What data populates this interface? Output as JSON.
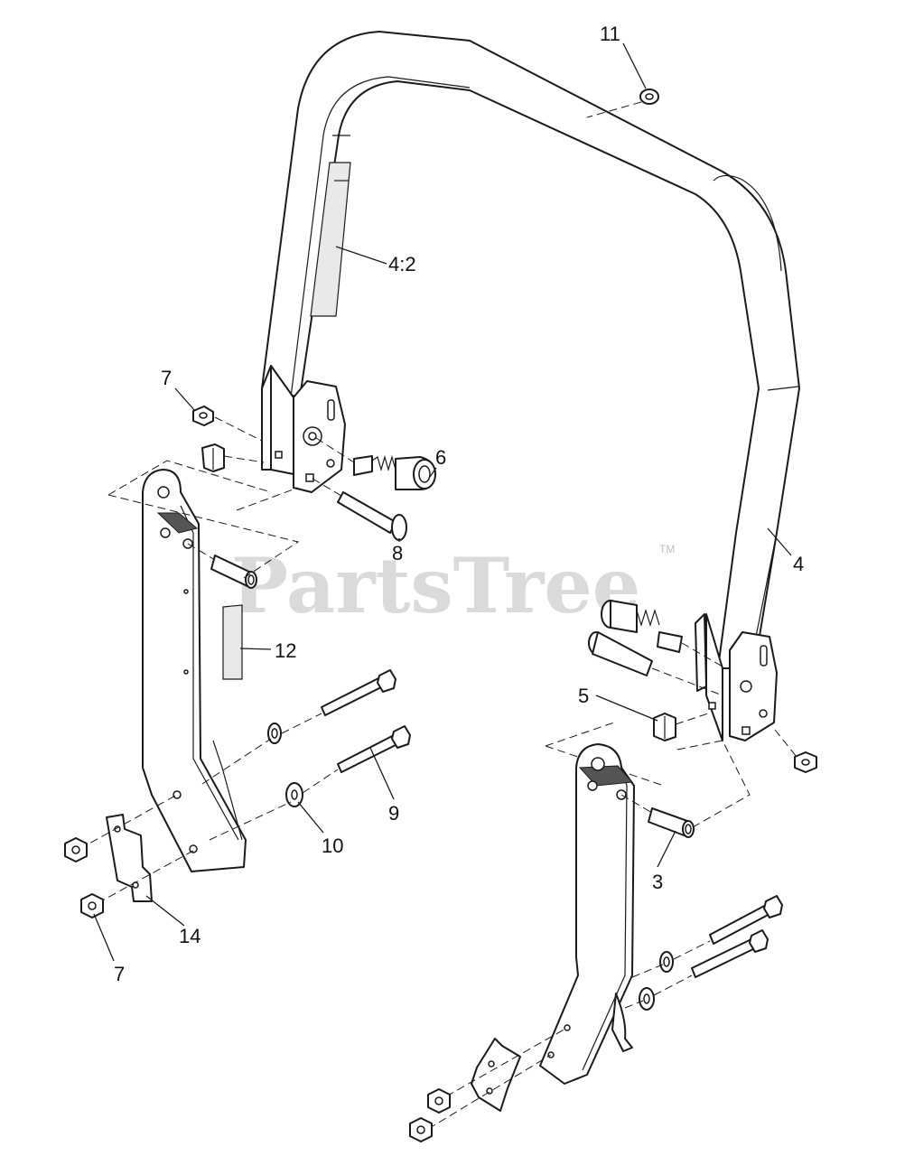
{
  "watermark": {
    "brand": "PartsTree",
    "trademark": "TM"
  },
  "callouts": [
    {
      "id": "c11",
      "label": "11"
    },
    {
      "id": "c4-2",
      "label": "4:2"
    },
    {
      "id": "c7a",
      "label": "7"
    },
    {
      "id": "c6",
      "label": "6"
    },
    {
      "id": "c8",
      "label": "8"
    },
    {
      "id": "c4",
      "label": "4"
    },
    {
      "id": "c12",
      "label": "12"
    },
    {
      "id": "c5",
      "label": "5"
    },
    {
      "id": "c9",
      "label": "9"
    },
    {
      "id": "c10",
      "label": "10"
    },
    {
      "id": "c3",
      "label": "3"
    },
    {
      "id": "c14",
      "label": "14"
    },
    {
      "id": "c7b",
      "label": "7"
    }
  ]
}
